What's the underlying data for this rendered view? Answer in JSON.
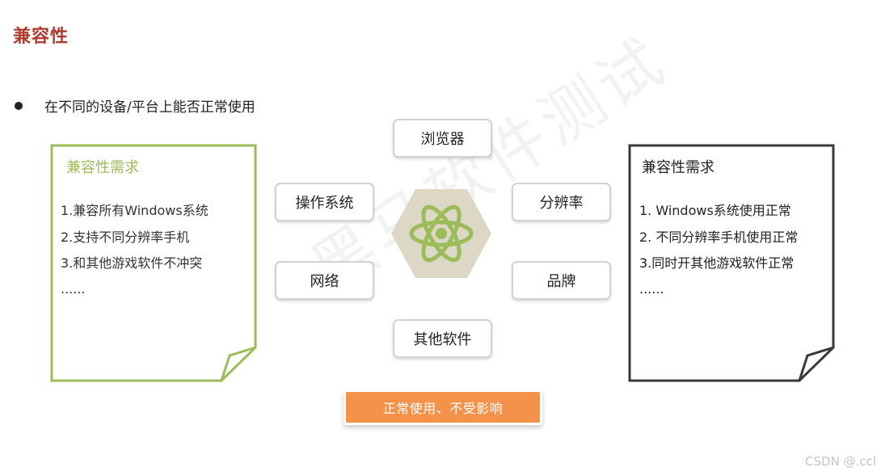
{
  "slide": {
    "title": "兼容性",
    "bullet": "在不同的设备/平台上能否正常使用",
    "watermark": "黑马软件测试",
    "credit": "CSDN @.ccl"
  },
  "left_note": {
    "title": "兼容性需求",
    "lines": [
      "1.兼容所有Windows系统",
      "2.支持不同分辨率手机",
      "3.和其他游戏软件不冲突",
      "......"
    ],
    "accent_color": "#9cbb59"
  },
  "right_note": {
    "title": "兼容性需求",
    "lines": [
      "1. Windows系统使用正常",
      "2. 不同分辨率手机使用正常",
      "3.同时开其他游戏软件正常",
      "......"
    ],
    "accent_color": "#3a3a3a"
  },
  "center": {
    "icon": "atom-icon",
    "hexagon_color": "#ddd7c6",
    "icon_color": "#9cbb59",
    "factors": {
      "browser": "浏览器",
      "os": "操作系统",
      "resolution": "分辨率",
      "network": "网络",
      "brand": "品牌",
      "other_software": "其他软件"
    }
  },
  "result": {
    "label": "正常使用、不受影响",
    "color": "#f4924a"
  }
}
